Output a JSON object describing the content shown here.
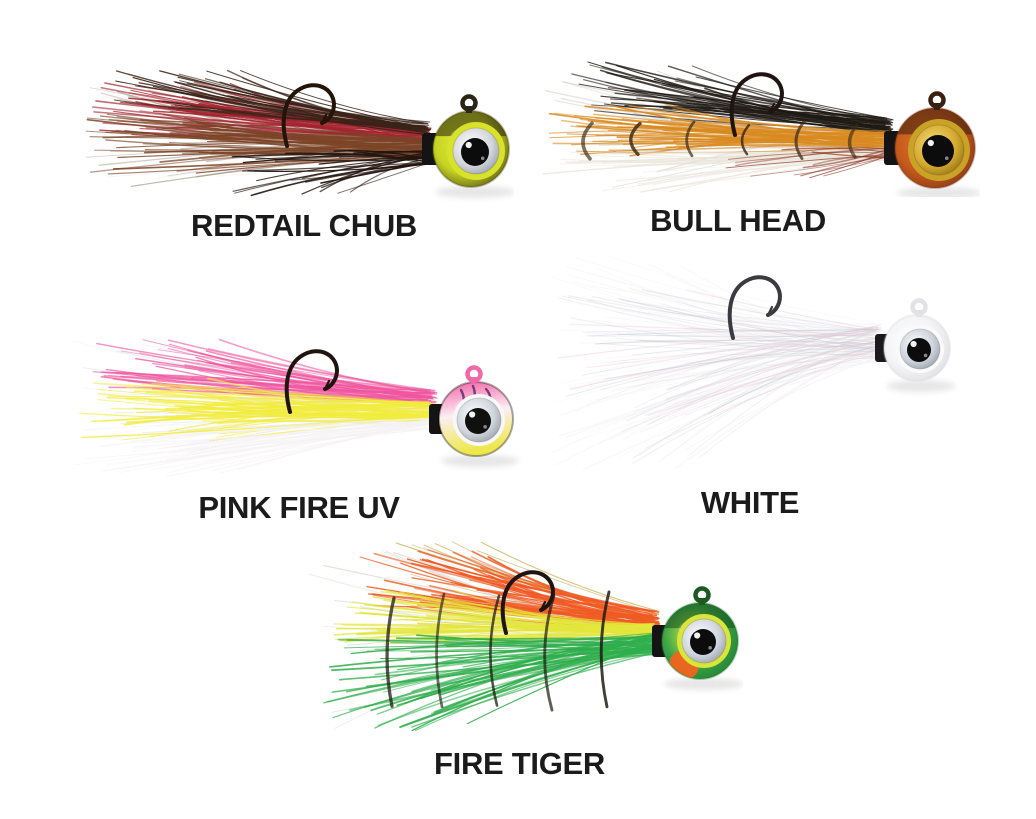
{
  "page": {
    "background": "#ffffff"
  },
  "products": [
    {
      "name": "REDTAIL CHUB",
      "hair": {
        "under": "#9a8a79",
        "shimmer": "#e8e2d8",
        "top": "#3a2318",
        "upper": "#a3242f",
        "middle": "#7b4427",
        "lower": "#23140d"
      },
      "stripes": null,
      "head": {
        "base": "#c6d323",
        "light": "#e6ef3a",
        "dark": "#4a4713",
        "cap": "#241f0c",
        "eyelet": "#2c2415",
        "collar": "#141414"
      },
      "eye": {
        "ring": "#d8e22a",
        "iris_light": "#ffffff",
        "iris_mid": "#d2d5db",
        "iris_dark": "#8f949e",
        "pupil": "#0c0c0c"
      },
      "hook_color": "#231409"
    },
    {
      "name": "BULL HEAD",
      "hair": {
        "under": "#cfc8bc",
        "top": "#201a14",
        "middle": "#d98a20",
        "lower": "#e9e4d8",
        "accent": "#8e3a28"
      },
      "stripes": "#3a2a14",
      "head": {
        "base": "#c65a1d",
        "light": "#e07b28",
        "dark": "#7a3413",
        "cap": "#3a1e0c",
        "eyelet": "#3a2010",
        "collar": "#141414"
      },
      "eye": {
        "ring": "#c9a227",
        "iris_light": "#f6dc7a",
        "iris_mid": "#d4a92f",
        "iris_dark": "#8a6a14",
        "pupil": "#0c0c0c"
      },
      "hook_color": "#1e1410"
    },
    {
      "name": "PINK FIRE UV",
      "hair": {
        "under": "#f2eef0",
        "sparkle": "#c8d4ec",
        "top": "#f0559e",
        "middle": "#f2ec3c",
        "lower": "#f5f2f4"
      },
      "stripes": null,
      "head": {
        "top": "#f45fa4",
        "mid": "#fceff3",
        "bottom": "#eee84e",
        "marks": "#5c2e72",
        "eyelet": "#f068a8",
        "collar": "#141414"
      },
      "eye": {
        "ring": "#f8f8f8",
        "iris_light": "#ffffff",
        "iris_mid": "#cfd4dc",
        "iris_dark": "#8f949e",
        "pupil": "#101010"
      },
      "hook_color": "#1e1410"
    },
    {
      "name": "WHITE",
      "hair": {
        "main": "#f5f4f6",
        "grey": "#d6d4da",
        "shimmer": "#eec6d4",
        "silver": "#b8c0cc"
      },
      "stripes": null,
      "head": {
        "base": "#f4f4f6",
        "light": "#ffffff",
        "dark": "#d9d9dd",
        "eyelet": "#e2e2e6",
        "collar": "#1a1a1a"
      },
      "eye": {
        "ring": "#fafafa",
        "iris_light": "#ffffff",
        "iris_mid": "#ccd2da",
        "iris_dark": "#8f949e",
        "pupil": "#0c0c0c"
      },
      "hook_color": "#3a3a40"
    },
    {
      "name": "FIRE TIGER",
      "hair": {
        "under": "#cfcac0",
        "gold": "#c2a23c",
        "top": "#f05a23",
        "middle": "#e3e63a",
        "lower": "#2fae4c"
      },
      "stripes": "#1e1a10",
      "head": {
        "base": "#3aa348",
        "light": "#e4ef44",
        "dark": "#1e7a2e",
        "cap": "#164f1e",
        "accent": "#f2641e",
        "eyelet": "#1d5a22",
        "collar": "#141414"
      },
      "eye": {
        "ring": "#d8e53a",
        "iris_light": "#ffffff",
        "iris_mid": "#cfd4dc",
        "iris_dark": "#8f949e",
        "pupil": "#0c0c0c"
      },
      "hook_color": "#1e1410"
    }
  ]
}
